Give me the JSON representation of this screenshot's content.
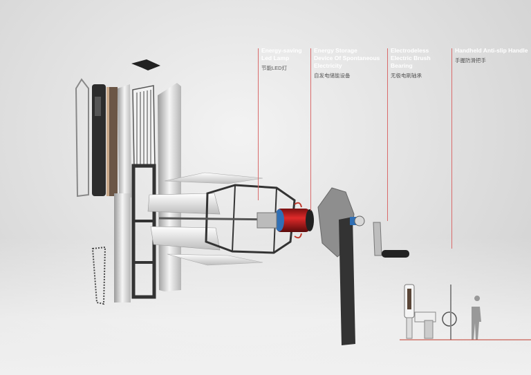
{
  "annotations": [
    {
      "en": "Energy-saving\nLed Lamp",
      "zh": "节能LED灯"
    },
    {
      "en": "Energy Storage\nDevice Of Spontaneous\nElectricity",
      "zh": "自发电储能设备"
    },
    {
      "en": "Electrodeless\nElectric Brush Bearing",
      "zh": "无极电刷轴承"
    },
    {
      "en": "Handheld Anti-slip Handle",
      "zh": "手握防滑把手"
    }
  ],
  "colors": {
    "accent": "#c0392b",
    "leader": "#d96a6a",
    "dark_panel": "#2b2b2b"
  }
}
